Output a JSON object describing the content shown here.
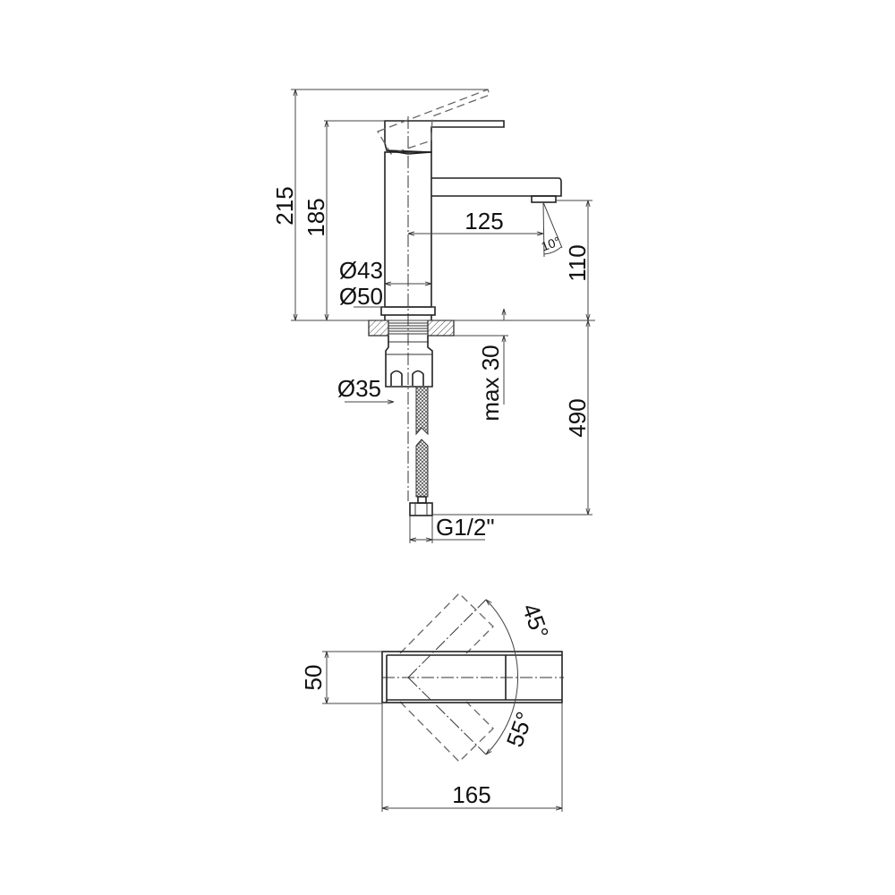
{
  "side_view": {
    "height_total": "215",
    "height_body": "185",
    "spout_reach": "125",
    "spout_angle": "10°",
    "spout_height": "110",
    "diameter_body": "Ø43",
    "diameter_base": "Ø50",
    "diameter_shank": "Ø35",
    "max_thickness": "max 30",
    "hose_length": "490",
    "connection": "G1/2\""
  },
  "top_view": {
    "depth": "50",
    "length": "165",
    "rotation_left": "45°",
    "rotation_right": "55°"
  }
}
